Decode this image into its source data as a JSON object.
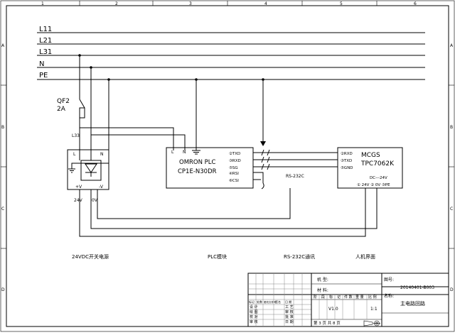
{
  "ruler": {
    "top": [
      "1",
      "2",
      "3",
      "4",
      "5",
      "6"
    ],
    "side": [
      "A",
      "B",
      "C",
      "D"
    ]
  },
  "buses": [
    "L11",
    "L21",
    "L31",
    "N",
    "PE"
  ],
  "breaker": {
    "label": "QF2",
    "rating": "2A"
  },
  "wire_l33": "L33",
  "psu": {
    "in_l": "L",
    "in_n": "N",
    "out_pos": "+V",
    "out_neg": "-V",
    "wire_pos": "24V",
    "wire_neg": "0V"
  },
  "plc": {
    "in_l": "L",
    "in_n": "N",
    "brand": "OMRON  PLC",
    "model": "CP1E-N30DR",
    "pins": [
      "②TXD",
      "③RXD",
      "⑤SG",
      "④RSI",
      "⑥CSI"
    ]
  },
  "rs232_label": "RS-232C",
  "hmi": {
    "pins": [
      "②RXD",
      "③TXD",
      "⑤GND"
    ],
    "brand": "MCGS",
    "model": "TPC7062K",
    "supply": "DC---24V",
    "terminals": "① 24V  ② 0V  ③PE"
  },
  "captions": [
    "24VDC开关电源",
    "PLC模块",
    "RS-232C通讯",
    "人机界面"
  ],
  "title_block": {
    "jibie": "机 型:",
    "cailiao": "材 料:",
    "tuhao_label": "图号:",
    "tuhao": "20140401-B003",
    "mingcheng_label": "名称:",
    "mingcheng": "主电路回路",
    "rev_headers": [
      "标记",
      "处数",
      "更改文件号",
      "签名",
      "日 期"
    ],
    "roles": [
      "设 计",
      "绘 图",
      "校 对",
      "审 核"
    ],
    "approvals": [
      "工 艺",
      "审 核",
      "批 准",
      "日 期"
    ],
    "stage_headers": [
      "阶",
      "段",
      "标",
      "记",
      "件 数",
      "重 量",
      "比 例"
    ],
    "version": "V1.0",
    "scale": "1:1",
    "sheet": "第  3  页  共  8  页"
  }
}
